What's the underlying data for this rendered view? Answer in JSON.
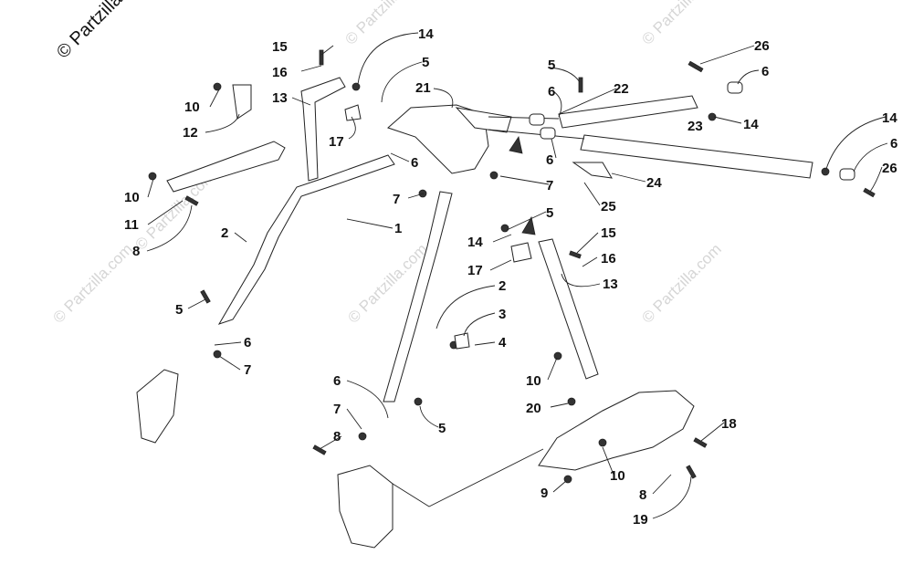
{
  "copyright": "© Partzilla",
  "watermark": "© Partzilla.com",
  "labels": {
    "l1": "1",
    "l2a": "2",
    "l2b": "2",
    "l3": "3",
    "l4": "4",
    "l5a": "5",
    "l5b": "5",
    "l5c": "5",
    "l5d": "5",
    "l5e": "5",
    "l6a": "6",
    "l6b": "6",
    "l6c": "6",
    "l6d": "6",
    "l6e": "6",
    "l6f": "6",
    "l6g": "6",
    "l7a": "7",
    "l7b": "7",
    "l7c": "7",
    "l7d": "7",
    "l8a": "8",
    "l8b": "8",
    "l8c": "8",
    "l9": "9",
    "l10a": "10",
    "l10b": "10",
    "l10c": "10",
    "l10d": "10",
    "l11": "11",
    "l12": "12",
    "l13a": "13",
    "l13b": "13",
    "l14a": "14",
    "l14b": "14",
    "l14c": "14",
    "l14d": "14",
    "l15a": "15",
    "l15b": "15",
    "l16a": "16",
    "l16b": "16",
    "l17a": "17",
    "l17b": "17",
    "l18": "18",
    "l19": "19",
    "l20": "20",
    "l21": "21",
    "l22": "22",
    "l23": "23",
    "l24": "24",
    "l25": "25",
    "l26a": "26",
    "l26b": "26"
  }
}
